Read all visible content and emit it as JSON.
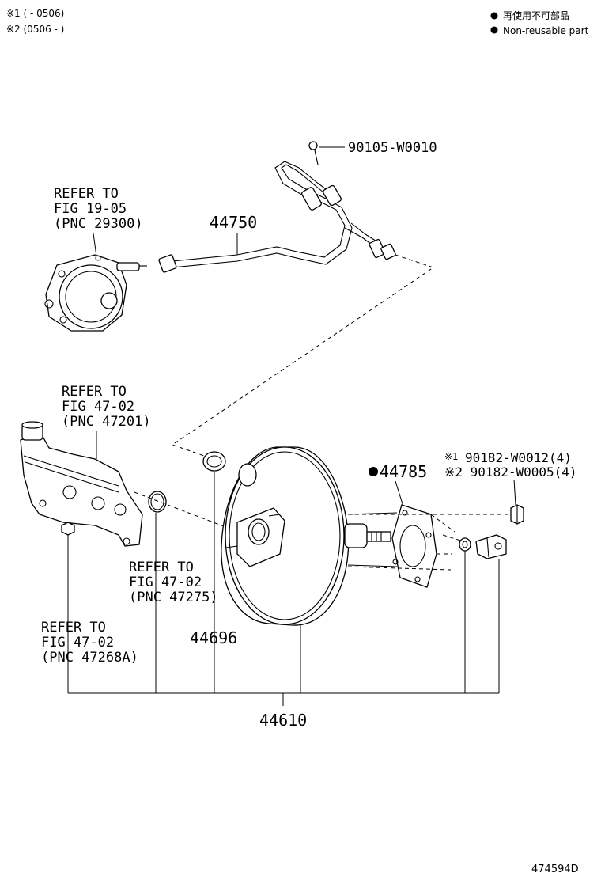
{
  "header": {
    "range1": "※1 (        - 0506)",
    "range2": "※2 (0506 -         )"
  },
  "legend": {
    "line1": "再使用不可部品",
    "line2": "Non-reusable part"
  },
  "callouts": {
    "pipe_bolt": "90105-W0010",
    "hose": "44750",
    "pump_ref": [
      "REFER TO",
      "FIG 19-05",
      "(PNC 29300)"
    ],
    "master_cyl_ref": [
      "REFER TO",
      "FIG 47-02",
      "(PNC 47201)"
    ],
    "gasket": "44785",
    "nut1": "※1 90182-W0012(4)",
    "nut2": "※2 90182-W0005(4)",
    "oring_ref": [
      "REFER TO",
      "FIG 47-02",
      "(PNC 47275)"
    ],
    "seal": "44696",
    "nut_ref": [
      "REFER TO",
      "FIG 47-02",
      "(PNC 47268A)"
    ],
    "booster": "44610"
  },
  "footer": {
    "diagram_id": "474594D"
  }
}
